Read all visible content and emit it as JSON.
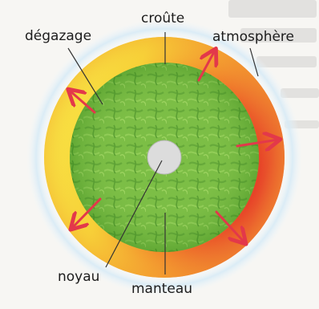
{
  "labels": {
    "croute": "croûte",
    "degazage": "dégazage",
    "atmosphere": "atmosphère",
    "noyau": "noyau",
    "manteau": "manteau"
  },
  "colors": {
    "atmosphere_outer": "#cfe6f4",
    "crust_yellow": "#f7e23a",
    "crust_orange": "#f39a2c",
    "crust_red": "#e84a2a",
    "mantle_green": "#7cc044",
    "mantle_dark": "#4f9b2c",
    "core_grey": "#d9d9d9",
    "arrow_red": "#e3384a",
    "leader_line": "#333333"
  }
}
